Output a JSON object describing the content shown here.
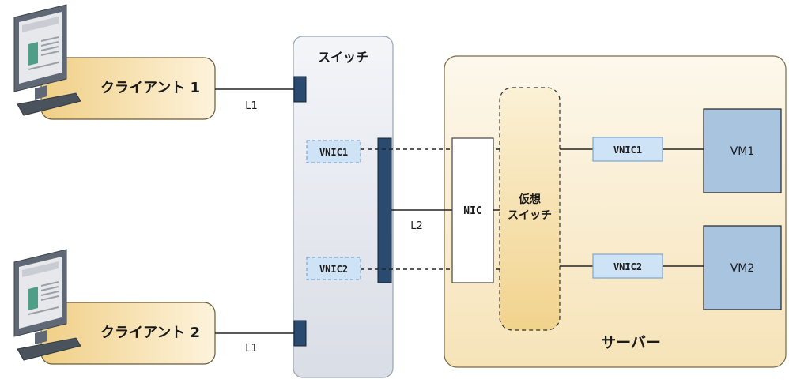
{
  "diagram": {
    "switch": {
      "title": "スイッチ"
    },
    "clients": [
      {
        "label": "クライアント 1",
        "link": "L1"
      },
      {
        "label": "クライアント 2",
        "link": "L1"
      }
    ],
    "switch_vnics": [
      "VNIC1",
      "VNIC2"
    ],
    "uplink": "L2",
    "server": {
      "label": "サーバー",
      "nic": "NIC",
      "virtual_switch": [
        "仮想",
        "スイッチ"
      ],
      "vnics": [
        "VNIC1",
        "VNIC2"
      ],
      "vms": [
        "VM1",
        "VM2"
      ]
    }
  },
  "colors": {
    "client_fill": "#f4dca4",
    "switch_fill": "#e6e9f0",
    "server_fill": "#fbf1dc",
    "port": "#2b4a6f",
    "vnic_fill": "#cfe3f6",
    "vm_fill": "#a9c4df"
  }
}
